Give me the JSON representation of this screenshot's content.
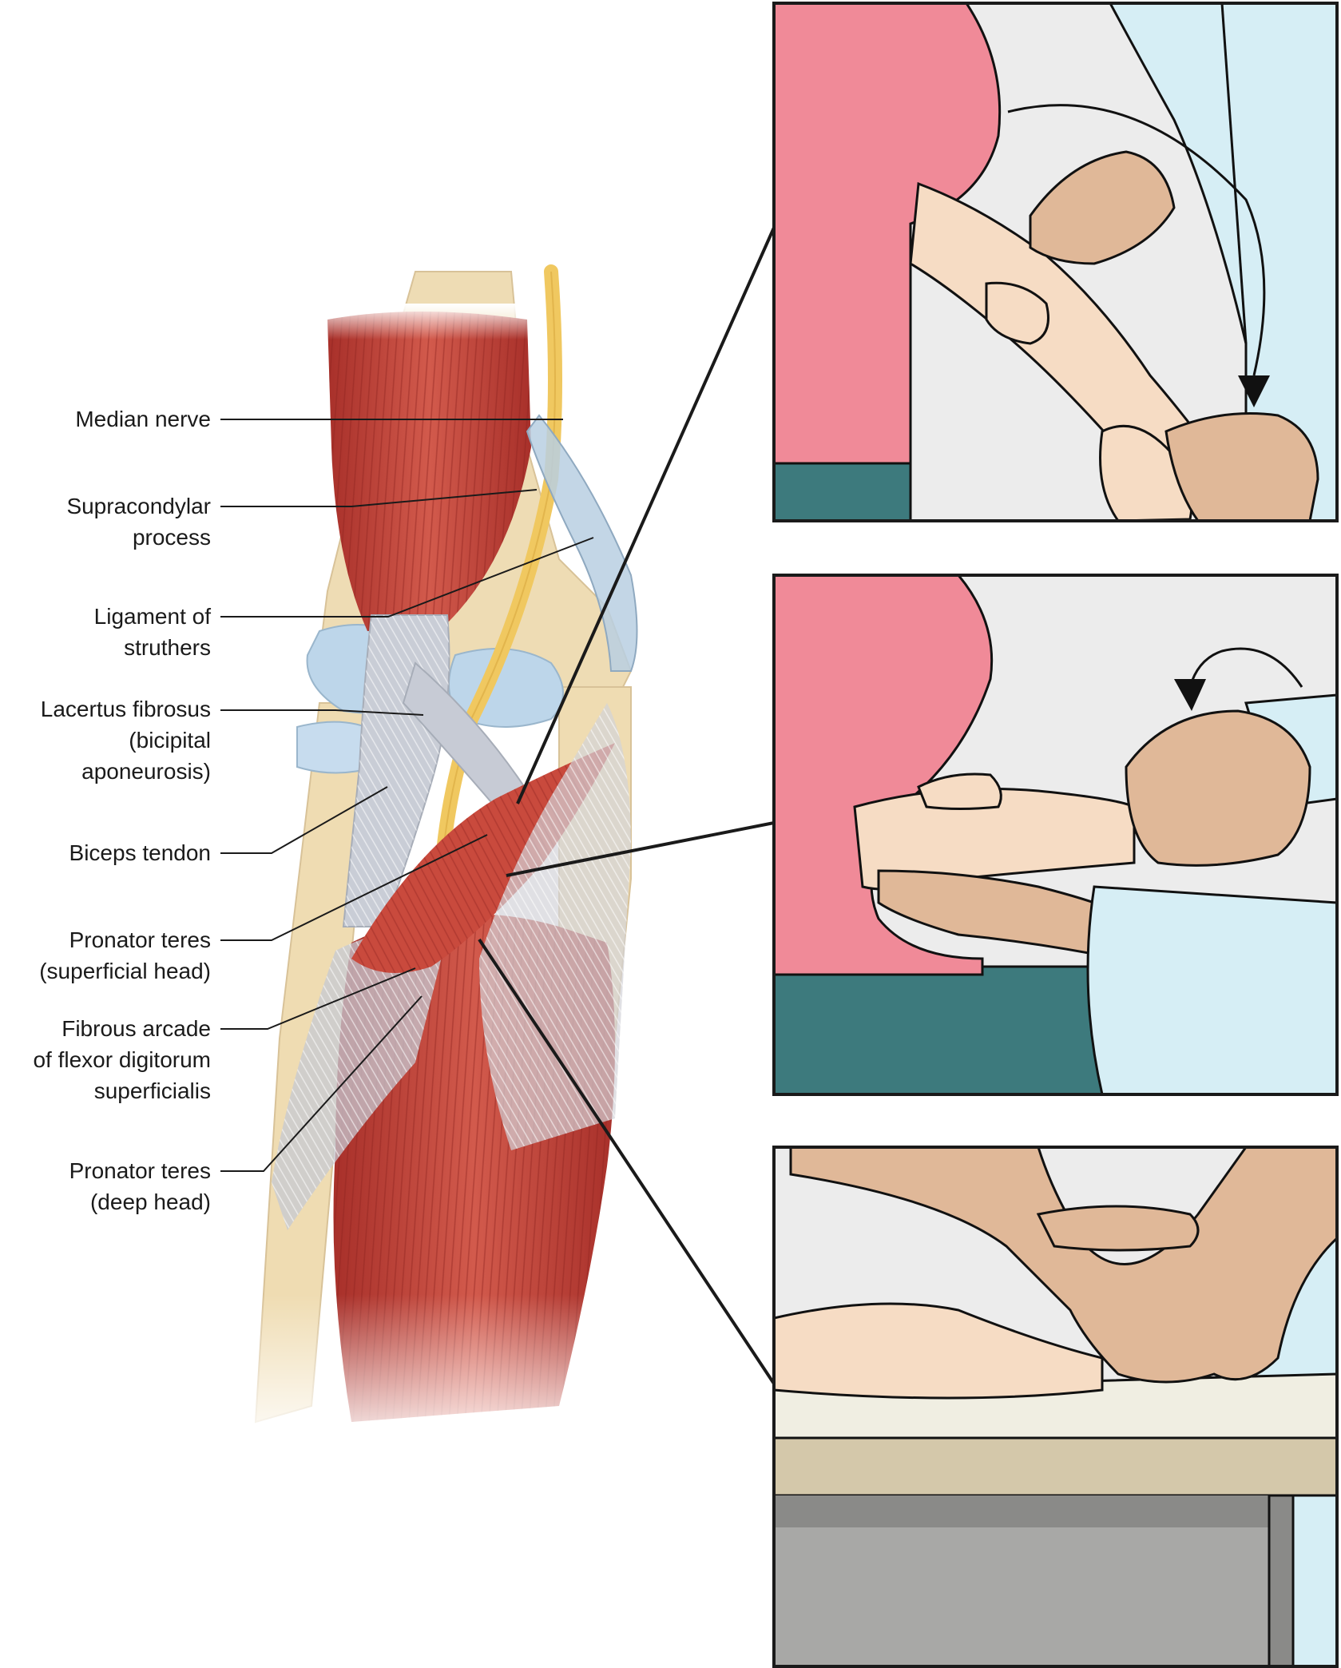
{
  "labels": [
    {
      "id": "median-nerve",
      "lines": [
        "Median nerve"
      ]
    },
    {
      "id": "supracondylar-process",
      "lines": [
        "Supracondylar",
        "process"
      ]
    },
    {
      "id": "ligament-of-struthers",
      "lines": [
        "Ligament of",
        "struthers"
      ]
    },
    {
      "id": "lacertus-fibrosus",
      "lines": [
        "Lacertus fibrosus",
        "(bicipital",
        "aponeurosis)"
      ]
    },
    {
      "id": "biceps-tendon",
      "lines": [
        "Biceps tendon"
      ]
    },
    {
      "id": "pronator-teres-superficial",
      "lines": [
        "Pronator teres",
        "(superficial head)"
      ]
    },
    {
      "id": "fibrous-arcade-fds",
      "lines": [
        "Fibrous arcade",
        "of flexor digitorum",
        "superficialis"
      ]
    },
    {
      "id": "pronator-teres-deep",
      "lines": [
        "Pronator teres",
        "(deep head)"
      ]
    }
  ],
  "colors": {
    "muscle": "#c8433a",
    "muscle_dark": "#9e2a24",
    "bone": "#eedcb4",
    "nerve": "#f0c860",
    "ligament": "#b8cfe2",
    "tendon": "#c9cdd6",
    "shirt": "#f08a98",
    "skin": "#f6dcc4",
    "examiner_skin": "#e0b898",
    "coat": "#d6eef5",
    "pants": "#3d7a7d",
    "wall": "#ececec",
    "table_top": "#f0eee2",
    "table_edge": "#d4c8aa",
    "cabinet": "#a8a8a6"
  },
  "panels": [
    {
      "id": "panel-top",
      "icon": "clockwise-arrow-icon"
    },
    {
      "id": "panel-middle",
      "icon": "counterclockwise-arrow-icon"
    },
    {
      "id": "panel-bottom",
      "icon": "finger-press-icon"
    }
  ]
}
